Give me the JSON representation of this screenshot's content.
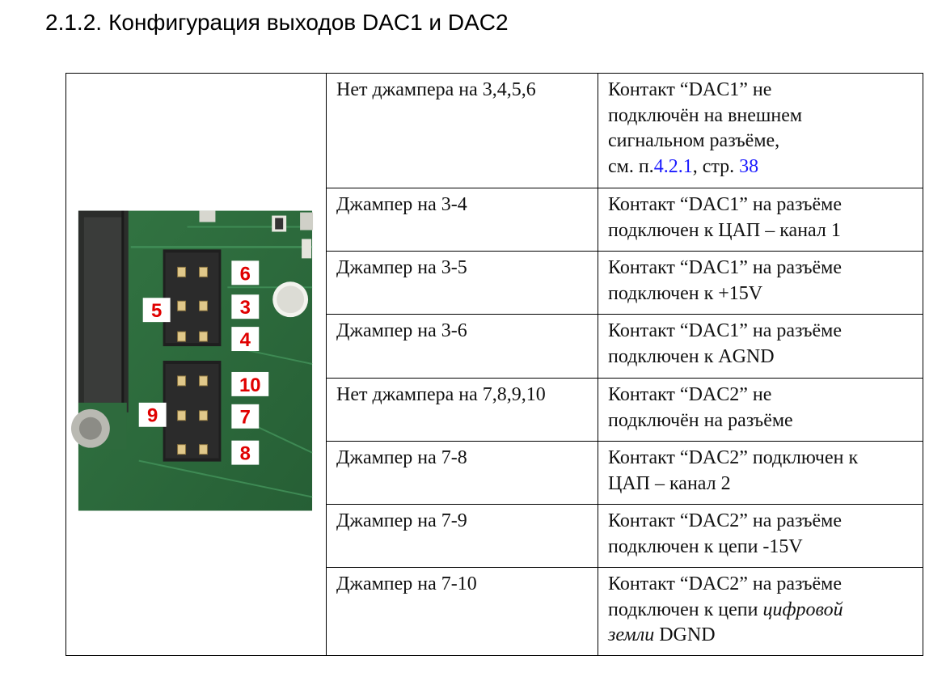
{
  "section": {
    "number": "2.1.2.",
    "title": "Конфигурация выходов DAC1 и DAC2"
  },
  "pin_labels": {
    "p3": "3",
    "p4": "4",
    "p5": "5",
    "p6": "6",
    "p7": "7",
    "p8": "8",
    "p9": "9",
    "p10": "10"
  },
  "rows": [
    {
      "setting": "Нет джампера на 3,4,5,6",
      "desc_lines": [
        "Контакт  “DAC1”  не",
        "подключён на внешнем",
        "сигнальном  разъёме,"
      ],
      "ref_prefix": "см. п.",
      "ref_section": "4.2.1",
      "ref_mid": ", стр. ",
      "ref_page": "38"
    },
    {
      "setting": "Джампер на 3-4",
      "desc_lines": [
        "Контакт  “DAC1” на разъёме",
        "подключен к ЦАП – канал 1"
      ]
    },
    {
      "setting": "Джампер на 3-5",
      "desc_lines": [
        "Контакт  “DAC1” на разъёме",
        "подключен к +15V"
      ]
    },
    {
      "setting": "Джампер на 3-6",
      "desc_lines": [
        "Контакт  “DAC1” на разъёме",
        "подключен к AGND"
      ]
    },
    {
      "setting": "Нет джампера на 7,8,9,10",
      "desc_lines": [
        "Контакт  “DAC2” не",
        "подключён на разъёме"
      ]
    },
    {
      "setting": "Джампер на 7-8",
      "desc_lines": [
        "Контакт  “DAC2” подключен к",
        "ЦАП – канал 2"
      ]
    },
    {
      "setting": "Джампер на 7-9",
      "desc_lines": [
        "Контакт  “DAC2” на разъёме",
        "подключен к цепи  -15V"
      ]
    },
    {
      "setting": "Джампер на 7-10",
      "desc_lines": [
        "Контакт  “DAC2” на разъёме"
      ],
      "desc_tail_pre": "подключен к цепи ",
      "desc_tail_italic1": "цифровой",
      "desc_tail_italic2": "земли",
      "desc_tail_post": " DGND"
    }
  ],
  "colors": {
    "pcb_green": "#2e6a3d",
    "pin_label_red": "#e00000",
    "link_blue": "#1a1aff"
  }
}
